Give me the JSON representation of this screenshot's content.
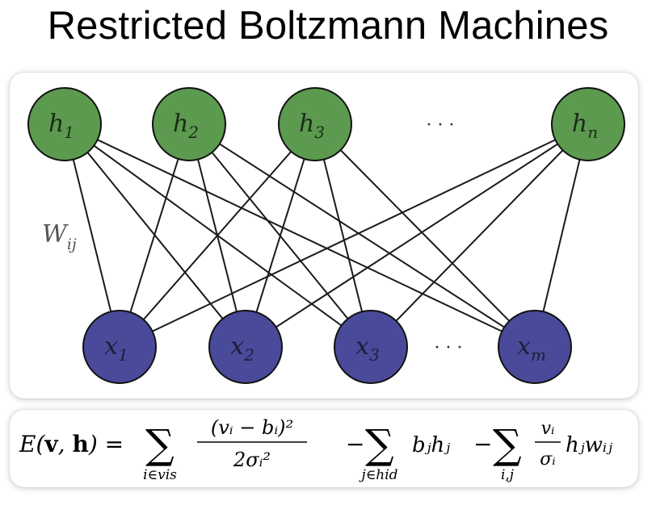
{
  "title": "Restricted Boltzmann Machines",
  "colors": {
    "hidden_fill": "#5c9a4f",
    "visible_fill": "#4a4a9a",
    "edge": "#1a1a1a"
  },
  "hidden_units": [
    {
      "base": "h",
      "sub": "1"
    },
    {
      "base": "h",
      "sub": "2"
    },
    {
      "base": "h",
      "sub": "3"
    },
    {
      "base": "h",
      "sub": "n"
    }
  ],
  "visible_units": [
    {
      "base": "x",
      "sub": "1"
    },
    {
      "base": "x",
      "sub": "2"
    },
    {
      "base": "x",
      "sub": "3"
    },
    {
      "base": "x",
      "sub": "m"
    }
  ],
  "ellipsis": "· · ·",
  "weight_label": {
    "base": "W",
    "sub": "ij"
  },
  "edges": [
    [
      0,
      0
    ],
    [
      0,
      1
    ],
    [
      0,
      2
    ],
    [
      0,
      3
    ],
    [
      1,
      0
    ],
    [
      1,
      1
    ],
    [
      1,
      2
    ],
    [
      1,
      3
    ],
    [
      2,
      0
    ],
    [
      2,
      1
    ],
    [
      2,
      2
    ],
    [
      2,
      3
    ],
    [
      3,
      0
    ],
    [
      3,
      1
    ],
    [
      3,
      2
    ],
    [
      3,
      3
    ]
  ],
  "formula": {
    "lhs": "E(v, h) =",
    "sum1_sub": "i∈vis",
    "frac1_num": "(vᵢ − bᵢ)²",
    "frac1_den": "2σᵢ²",
    "minus1": "−",
    "sum2_sub": "j∈hid",
    "term2": "bⱼhⱼ",
    "minus2": "−",
    "sum3_sub": "i,j",
    "frac3_num": "vᵢ",
    "frac3_den": "σᵢ",
    "term3": "hⱼwᵢⱼ"
  }
}
